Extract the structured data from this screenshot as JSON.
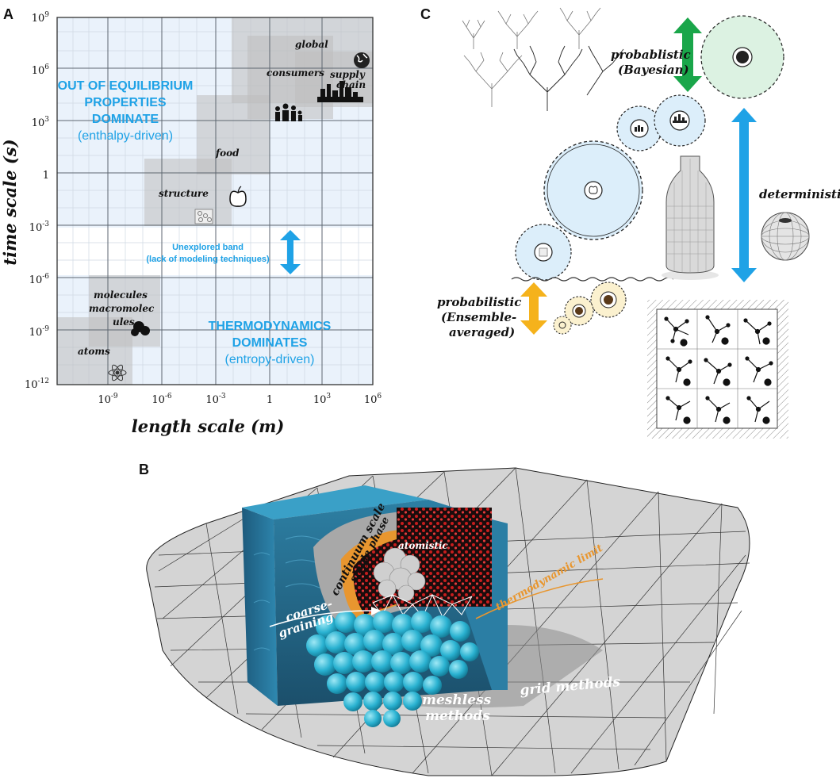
{
  "panels": {
    "a": "A",
    "b": "B",
    "c": "C"
  },
  "panel_a": {
    "y_axis_label": "time scale (s)",
    "x_axis_label": "length scale (m)",
    "y_ticks": [
      {
        "base": "10",
        "exp": "9"
      },
      {
        "base": "10",
        "exp": "6"
      },
      {
        "base": "10",
        "exp": "3"
      },
      {
        "base": "1",
        "exp": ""
      },
      {
        "base": "10",
        "exp": "-3"
      },
      {
        "base": "10",
        "exp": "-6"
      },
      {
        "base": "10",
        "exp": "-9"
      },
      {
        "base": "10",
        "exp": "-12"
      }
    ],
    "x_ticks": [
      {
        "base": "10",
        "exp": "-9"
      },
      {
        "base": "10",
        "exp": "-6"
      },
      {
        "base": "10",
        "exp": "-3"
      },
      {
        "base": "1",
        "exp": ""
      },
      {
        "base": "10",
        "exp": "3"
      },
      {
        "base": "10",
        "exp": "6"
      }
    ],
    "upper_region": {
      "line1": "OUT OF EQUILIBRIUM",
      "line2": "PROPERTIES",
      "line3": "DOMINATE",
      "line4": "(enthalpy-driven)"
    },
    "middle_band": {
      "line1": "Unexplored band",
      "line2": "(lack of modeling techniques)"
    },
    "lower_region": {
      "line1": "THERMODYNAMICS",
      "line2": "DOMINATES",
      "line3": "(entropy-driven)"
    },
    "scales": {
      "global": "global",
      "supply_chain_1": "supply",
      "supply_chain_2": "chain",
      "consumers": "consumers",
      "food": "food",
      "structure": "structure",
      "molecules": "molecules",
      "macromolec": "macromolec",
      "ules": "ules",
      "atoms": "atoms"
    },
    "colors": {
      "accent": "#1fa2e6",
      "band_bg": "#eaf2fb",
      "box": "#c9c9c9"
    }
  },
  "panel_b": {
    "continuum": "continuum scale",
    "single_phase": "single phase",
    "atomistic": "atomistic",
    "thermo_limit": "thermodynamic limit",
    "coarse_1": "coarse-",
    "coarse_2": "graining",
    "grid": "grid methods",
    "meshless_1": "meshless",
    "meshless_2": "methods"
  },
  "panel_c": {
    "prob_bayes_1": "probablistic",
    "prob_bayes_2": "(Bayesian)",
    "deterministic": "deterministic",
    "prob_ens_1": "probabilistic",
    "prob_ens_2": "(Ensemble-",
    "prob_ens_3": "averaged)",
    "colors": {
      "green": "#1aa64a",
      "blue": "#1fa2e6",
      "orange": "#f5b21b"
    }
  }
}
